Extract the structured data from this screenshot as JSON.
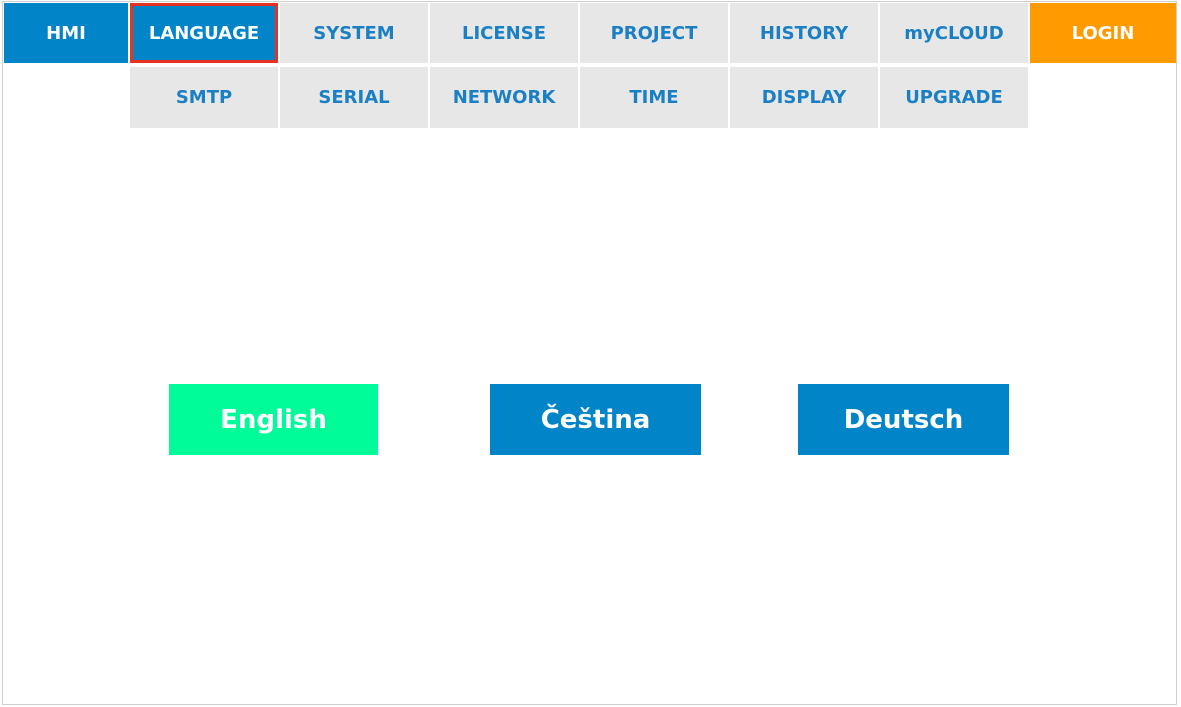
{
  "colors": {
    "primary": "#0284c8",
    "tab_background": "#e7e7e7",
    "tab_text": "#1a7fc3",
    "active_outline": "#e63222",
    "login": "#ff9a00",
    "selected_language": "#00fc98"
  },
  "nav": {
    "row1": [
      {
        "label": "HMI"
      },
      {
        "label": "LANGUAGE",
        "active": true
      },
      {
        "label": "SYSTEM"
      },
      {
        "label": "LICENSE"
      },
      {
        "label": "PROJECT"
      },
      {
        "label": "HISTORY"
      },
      {
        "label": "myCLOUD"
      },
      {
        "label": "LOGIN"
      }
    ],
    "row2": [
      {
        "label": "SMTP"
      },
      {
        "label": "SERIAL"
      },
      {
        "label": "NETWORK"
      },
      {
        "label": "TIME"
      },
      {
        "label": "DISPLAY"
      },
      {
        "label": "UPGRADE"
      }
    ]
  },
  "languages": [
    {
      "label": "English",
      "selected": true
    },
    {
      "label": "Čeština",
      "selected": false
    },
    {
      "label": "Deutsch",
      "selected": false
    }
  ]
}
